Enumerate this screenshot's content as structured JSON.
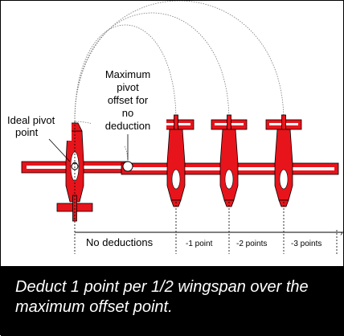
{
  "diagram": {
    "label_max_offset": [
      "Maximum",
      "pivot",
      "offset for",
      "no",
      "deduction"
    ],
    "label_ideal_pivot": [
      "Ideal pivot",
      "point"
    ],
    "scale_labels": {
      "no_deductions": "No deductions",
      "minus1": "-1 point",
      "minus2": "-2 points",
      "minus3": "-3 points"
    },
    "colors": {
      "plane_red": "#e8141b",
      "outline": "#000000",
      "arc": "#7a7a7a"
    }
  },
  "caption": {
    "text": "Deduct 1 point per 1/2 wingspan over the maximum offset point."
  }
}
